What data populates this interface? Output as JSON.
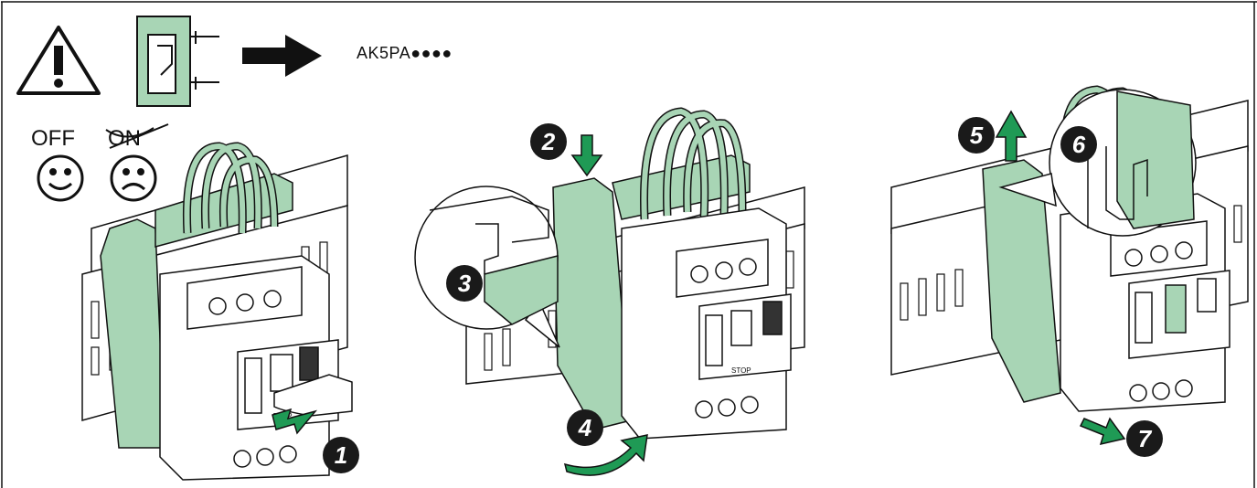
{
  "header": {
    "reference": "AK5PA●●●●",
    "off_label": "OFF",
    "on_label": "ON"
  },
  "steps": [
    "1",
    "2",
    "3",
    "4",
    "5",
    "6",
    "7"
  ],
  "colors": {
    "accessory_green": "#a8d5b5",
    "arrow_green": "#1f9a55",
    "outline": "#111111",
    "badge": "#1a1a1a"
  },
  "icons": [
    "warning-icon",
    "rail-clip-icon",
    "arrow-right-icon",
    "smile-icon",
    "frown-icon"
  ]
}
